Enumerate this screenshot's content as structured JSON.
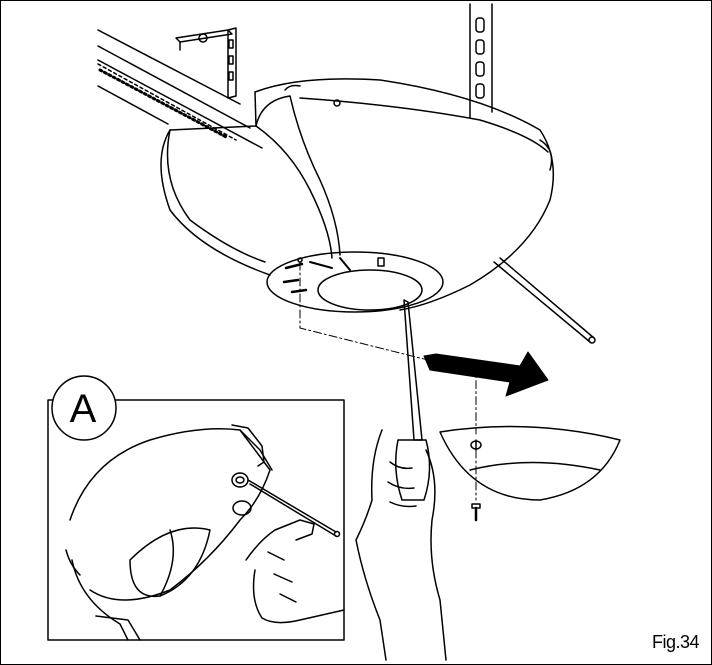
{
  "figure": {
    "label": "Fig.34"
  },
  "callout": {
    "letter": "A"
  },
  "colors": {
    "line": "#000000",
    "background": "#ffffff",
    "arrow_fill": "#000000"
  },
  "icons": {
    "main_unit": "garage-door-opener-unit",
    "tool": "hex-key-screwdriver",
    "cover": "light-cover-dome",
    "screw": "screw",
    "arrow": "removal-arrow",
    "detail_hand": "pointing-hand"
  }
}
